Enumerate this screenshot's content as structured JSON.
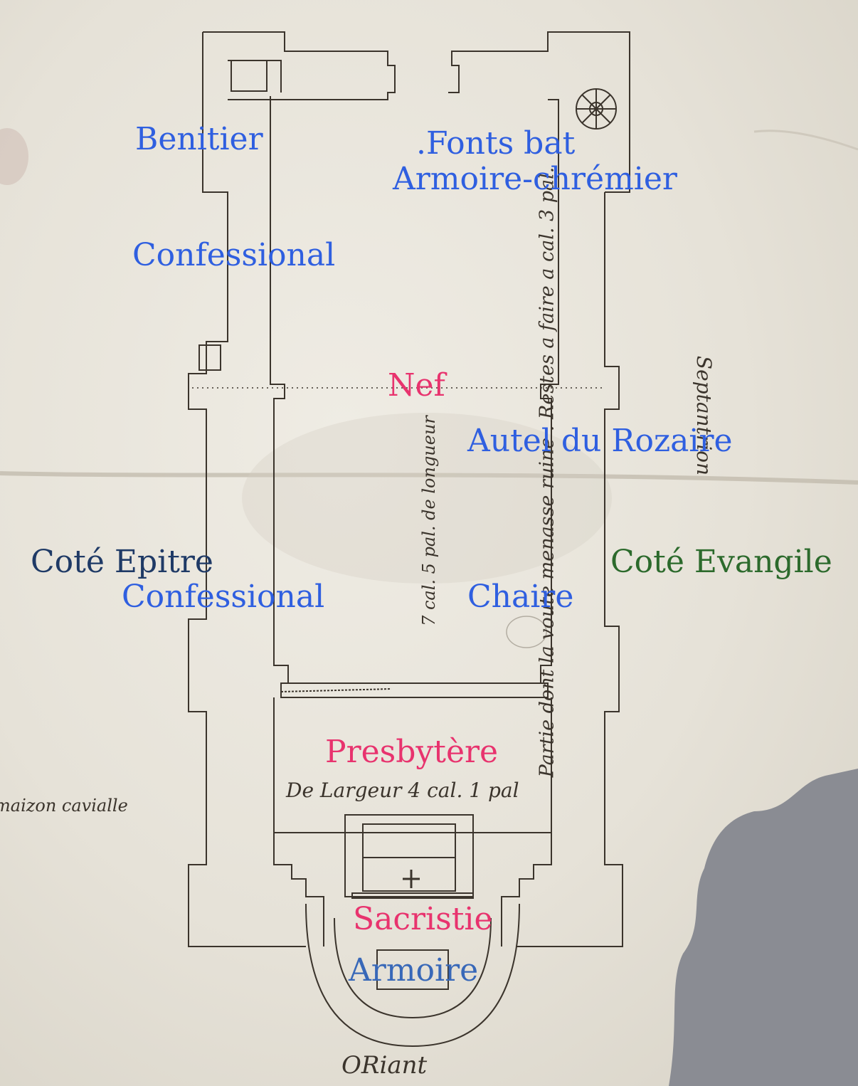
{
  "labels": {
    "benitier": "Benitier",
    "fonts": ".Fonts bat",
    "armoire_chremier": "Armoire-chrémier",
    "confessional_top": "Confessional",
    "nef": "Nef",
    "autel": "Autel du Rozaire",
    "cote_epitre": "Coté Epitre",
    "confessional_bottom": "Confessional",
    "chaire": "Chaire",
    "cote_evangile": "Coté Evangile",
    "presbytere": "Presbytère",
    "sacristie": "Sacristie",
    "armoire": "Armoire"
  },
  "handwriting": {
    "largeur": "De Largeur 4 cal. 1 pal",
    "oriant": "ORiant",
    "vertical_main": "Partie dont la voute menasse ruine . Restes a faire a cal. 3 pal.",
    "vertical_length": "7 cal. 5 pal. de longueur",
    "septantrion": "Septantrion",
    "left_margin": "maizon cavialle"
  },
  "colors": {
    "label_blue": "#2f5fe0",
    "label_navy": "#1f3a66",
    "label_green": "#2c6a2c",
    "label_pink": "#e8336e",
    "label_steel": "#3868b8",
    "ink": "#3b342c",
    "paper": "#e9e6de"
  }
}
